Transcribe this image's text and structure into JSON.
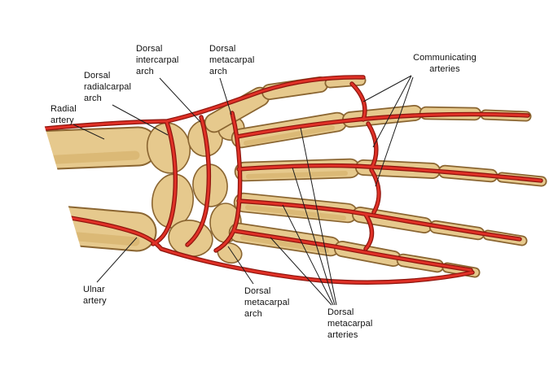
{
  "figure": {
    "labels": {
      "radial_artery": "Radial artery",
      "dorsal_radialcarpal_arch": "Dorsal radialcarpal arch",
      "dorsal_intercarpal_arch": "Dorsal intercarpal arch",
      "dorsal_metacarpal_arch_top": "Dorsal metacarpal arch",
      "communicating_arteries": "Communicating arteries",
      "ulnar_artery": "Ulnar artery",
      "dorsal_metacarpal_arch_bottom": "Dorsal metacarpal arch",
      "dorsal_metacarpal_arteries": "Dorsal metacarpal arteries"
    },
    "colors": {
      "background": "#ffffff",
      "artery": "#e03127",
      "artery_dark": "#8c130c",
      "bone_fill": "#e6c98d",
      "bone_shade": "#cfa95f",
      "bone_outline": "#8a6531",
      "leader_line": "#1c1c1c",
      "label_text": "#111111"
    }
  }
}
